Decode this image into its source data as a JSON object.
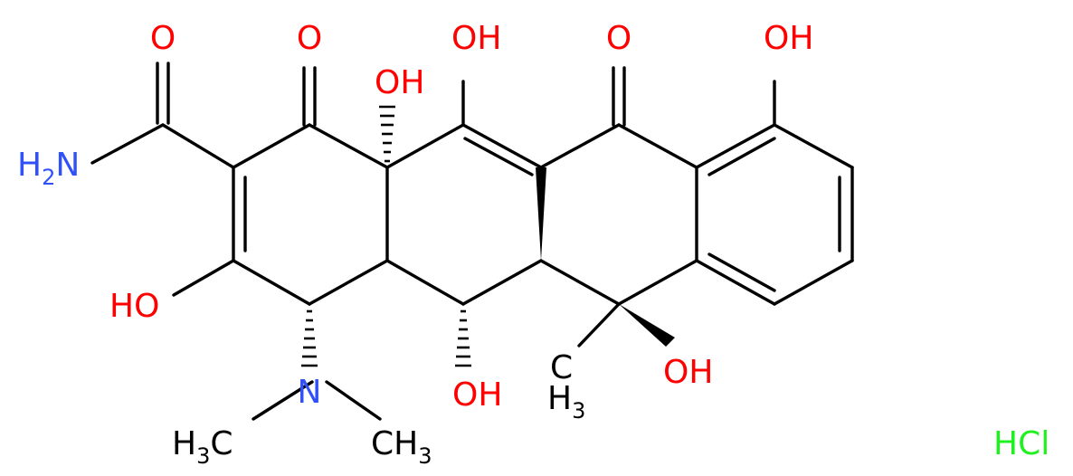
{
  "molecule": {
    "salt_label": "HCl",
    "labels": {
      "o_amide": "O",
      "nh2_main": "H",
      "nh2_sub": "2",
      "nh2_n": "N",
      "o_c1": "O",
      "oh_c12a": "OH",
      "oh_c11": "OH",
      "o_c10": "O",
      "oh_c9": "OH",
      "oh_c3": "HO",
      "n_dimethyl": "N",
      "me_left_h": "H",
      "me_left_sub": "3",
      "me_left_c": "C",
      "me_right": "CH",
      "me_right_sub": "3",
      "oh_c5": "OH",
      "me_c6_c": "C",
      "me_c6_h": "H",
      "me_c6_sub": "3",
      "oh_c6": "OH"
    }
  },
  "colors": {
    "oxygen": "#ff0000",
    "nitrogen": "#3050f8",
    "carbon": "#000000",
    "chlorine": "#1ff01f",
    "bond": "#000000"
  }
}
